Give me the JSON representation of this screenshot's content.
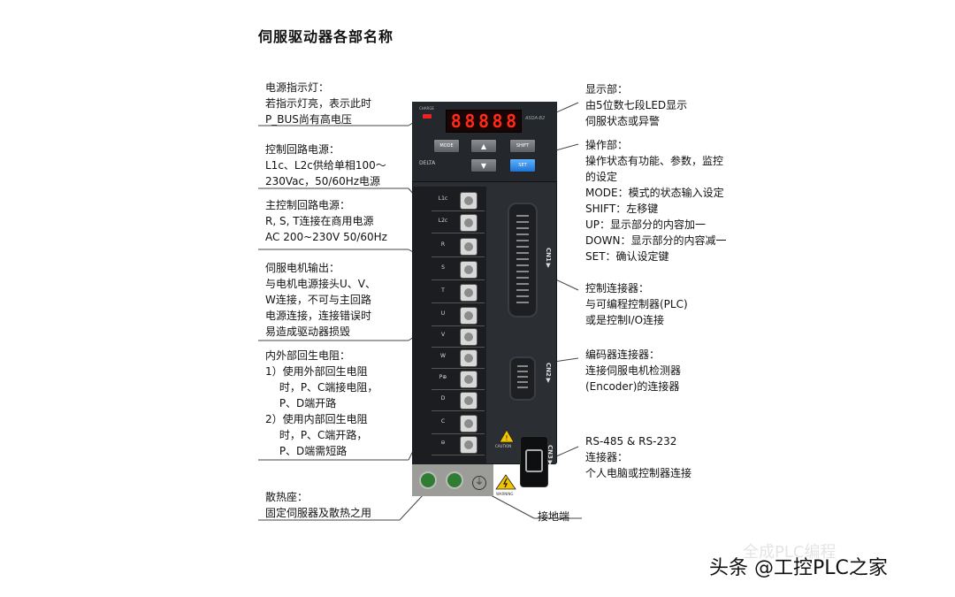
{
  "title": "伺服驱动器各部名称",
  "left_labels": [
    {
      "id": "power-indicator",
      "lines": [
        "电源指示灯：",
        "若指示灯亮，表示此时",
        "P_BUS尚有高电压"
      ]
    },
    {
      "id": "control-power",
      "lines": [
        "控制回路电源：",
        "L1c、L2c供给单相100～",
        "230Vac，50/60Hz电源"
      ]
    },
    {
      "id": "main-power",
      "lines": [
        "主控制回路电源：",
        "R, S, T连接在商用电源",
        "AC 200~230V 50/60Hz"
      ]
    },
    {
      "id": "motor-output",
      "lines": [
        "伺服电机输出：",
        "与电机电源接头U、V、",
        "W连接，不可与主回路",
        "电源连接，连接错误时",
        "易造成驱动器损毁"
      ]
    },
    {
      "id": "regen-resistor",
      "lines": [
        "内外部回生电阻：",
        "1）使用外部回生电阻",
        "　 时，P、C端接电阻，",
        "　 P、D端开路",
        "2）使用内部回生电阻",
        "　 时，P、C端开路，",
        "　 P、D端需短路"
      ]
    },
    {
      "id": "heatsink",
      "lines": [
        "散热座：",
        "固定伺服器及散热之用"
      ]
    }
  ],
  "right_labels": [
    {
      "id": "display",
      "lines": [
        "显示部：",
        "由5位数七段LED显示",
        "伺服状态或异警"
      ]
    },
    {
      "id": "operation",
      "lines": [
        "操作部：",
        "操作状态有功能、参数，监控",
        "的设定",
        "MODE：模式的状态输入设定",
        "SHIFT：左移键",
        "UP：显示部分的内容加一",
        "DOWN：显示部分的内容减一",
        "SET：确认设定键"
      ]
    },
    {
      "id": "control-connector",
      "lines": [
        "控制连接器：",
        "与可编程控制器(PLC)",
        "或是控制I/O连接"
      ]
    },
    {
      "id": "encoder-connector",
      "lines": [
        "编码器连接器：",
        "连接伺服电机检测器",
        "(Encoder)的连接器"
      ]
    },
    {
      "id": "comm-connector",
      "lines": [
        "RS-485 & RS-232",
        "连接器：",
        "个人电脑或控制器连接"
      ]
    }
  ],
  "ground_label": "接地端",
  "device": {
    "display_digits": [
      "8",
      "8",
      "8",
      "8",
      "8"
    ],
    "indicator_caption": "CHARGE",
    "brand_text": "ASDA-B2",
    "logo_text": "DELTA",
    "buttons": {
      "mode": "MODE",
      "up": "▲",
      "down": "▼",
      "shift": "SHIFT",
      "set": "SET"
    },
    "terminals": [
      "L1c",
      "L2c",
      "R",
      "S",
      "T",
      "U",
      "V",
      "W",
      "P⊕",
      "D",
      "C",
      "⊖"
    ],
    "cn1": "CN1▼",
    "cn2": "CN2▼",
    "cn3": "CN3▼",
    "caution_text": "CAUTION",
    "warning_text": "WARNING",
    "ground_symbol": "⏚"
  },
  "watermark": {
    "faint": "全成PLC编程",
    "main": "头条 @工控PLC之家"
  },
  "colors": {
    "led": "#ff2a1a",
    "set_button": "#1e74d6",
    "device_body": "#2b2e33"
  }
}
